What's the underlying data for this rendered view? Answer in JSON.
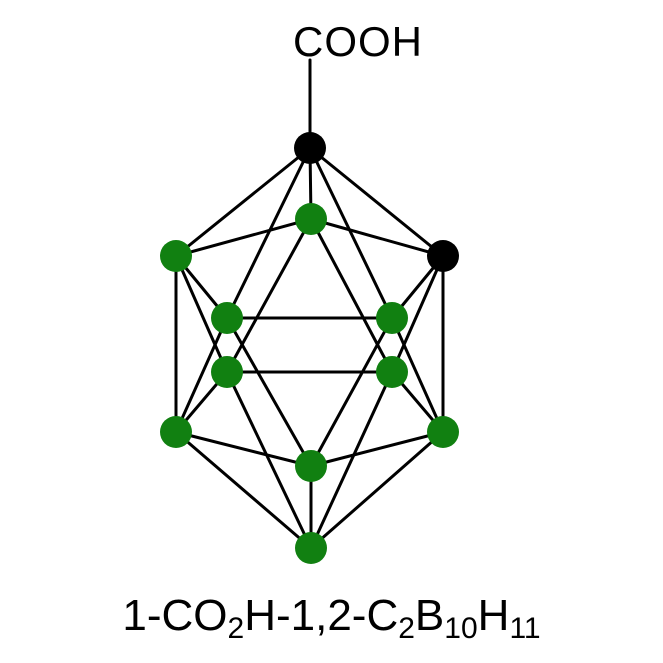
{
  "substituent": {
    "label": "COOH"
  },
  "caption": {
    "parts": [
      {
        "text": "1-CO"
      },
      {
        "sub": "2"
      },
      {
        "text": "H-1,2-C"
      },
      {
        "sub": "2"
      },
      {
        "text": "B"
      },
      {
        "sub": "10"
      },
      {
        "text": "H"
      },
      {
        "sub": "11"
      }
    ]
  },
  "colors": {
    "carbon_atom": "#000000",
    "boron_atom": "#118011",
    "bond": "#000000",
    "text": "#000000",
    "background": "#ffffff"
  },
  "atom_legend": {
    "carbon": "black",
    "boron": "green"
  }
}
